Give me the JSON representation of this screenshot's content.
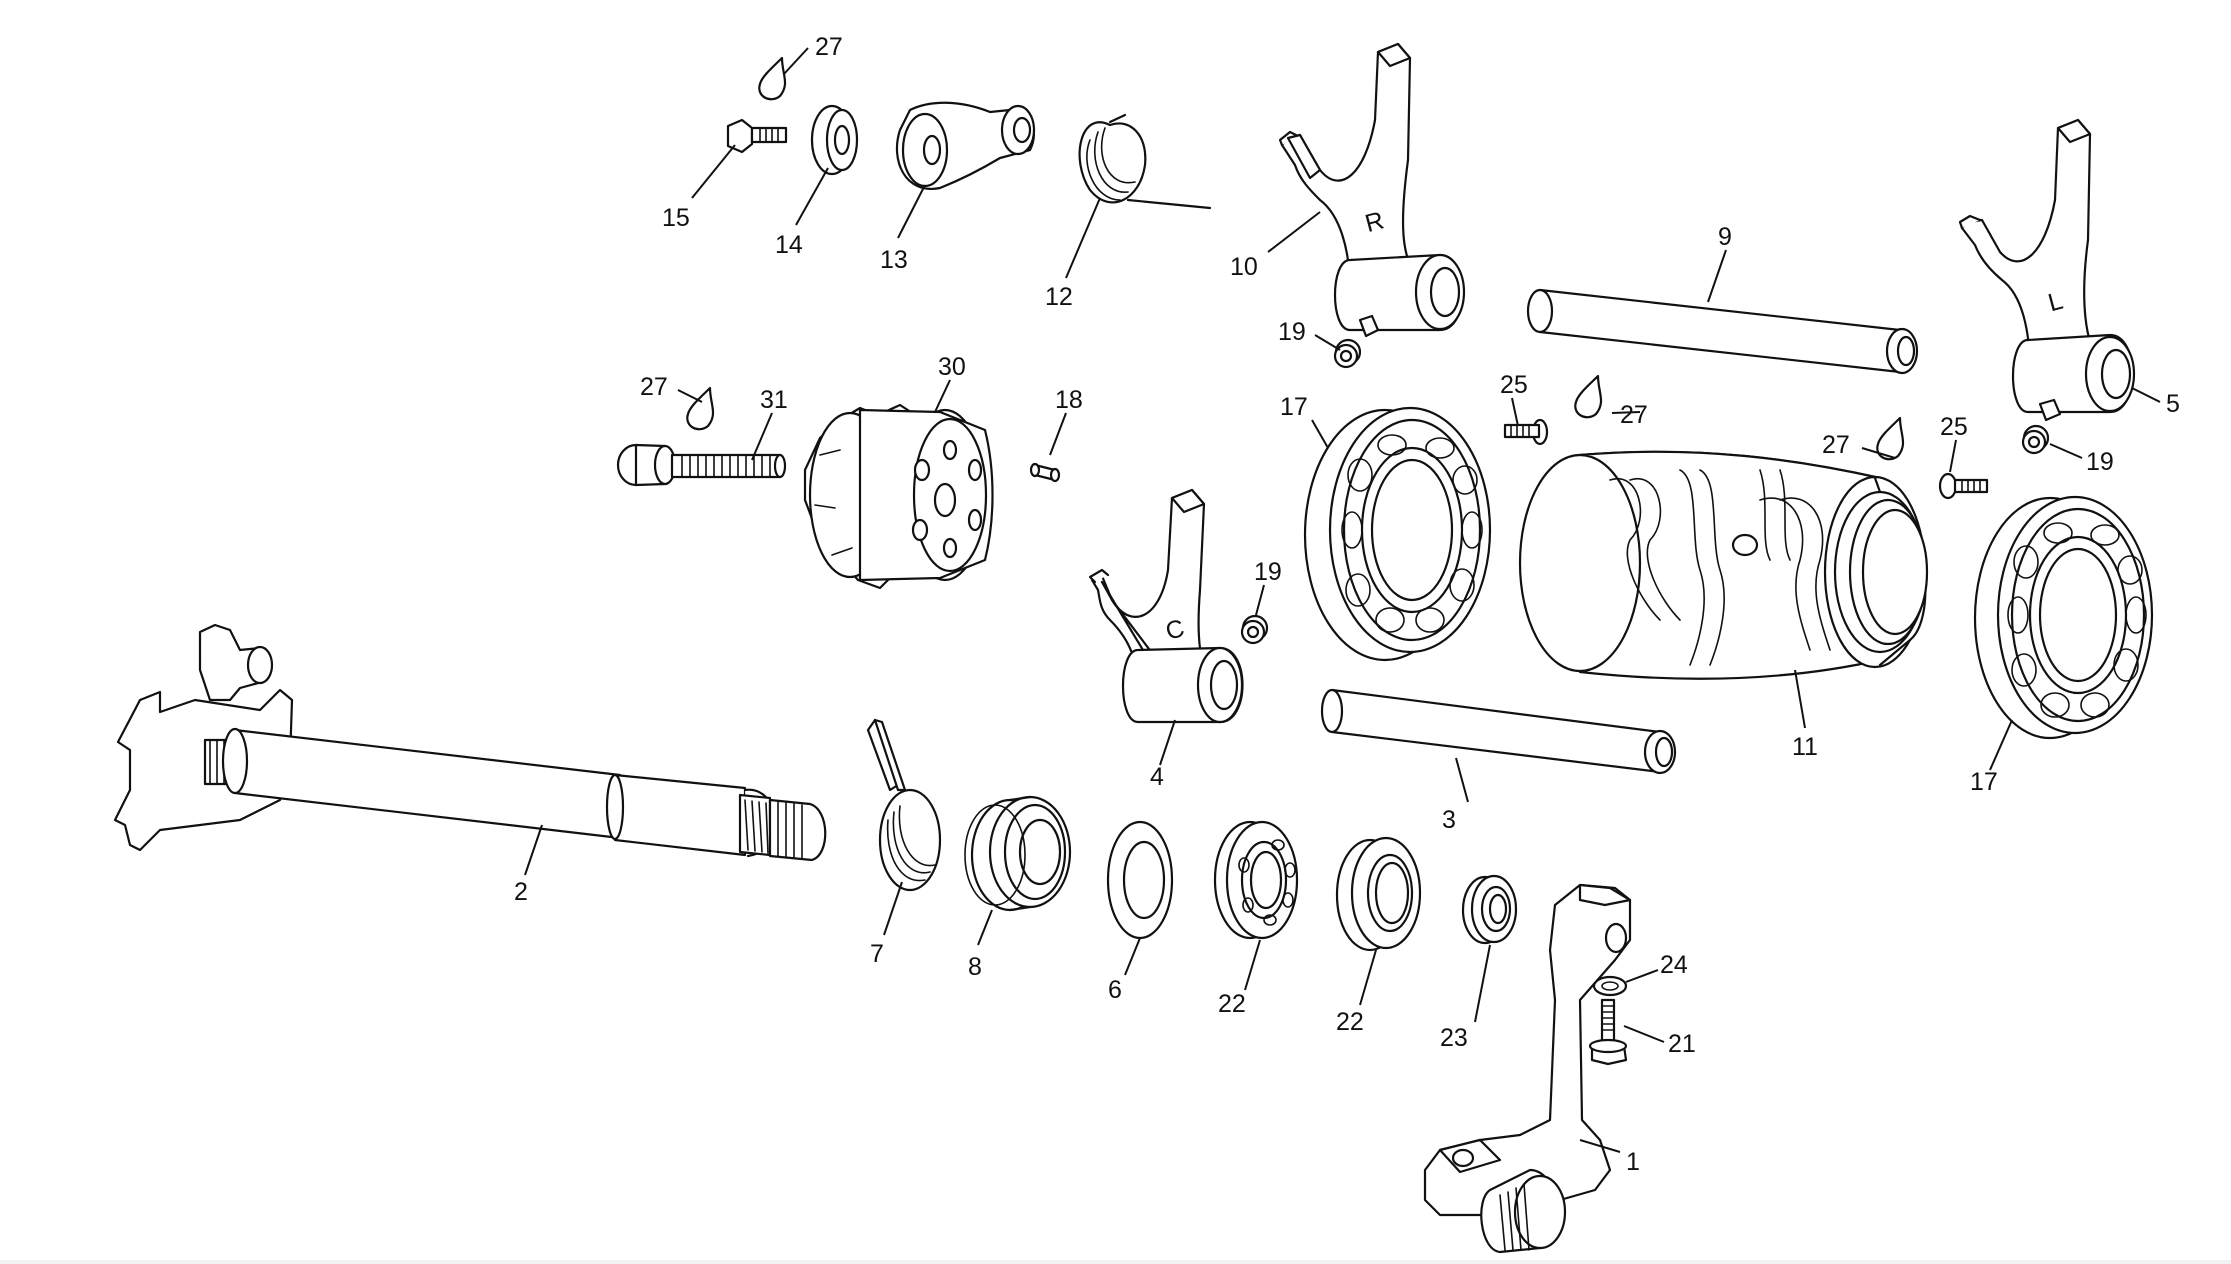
{
  "callouts": [
    {
      "id": "c1",
      "label": "27"
    },
    {
      "id": "c2",
      "label": "15"
    },
    {
      "id": "c3",
      "label": "14"
    },
    {
      "id": "c4",
      "label": "13"
    },
    {
      "id": "c5",
      "label": "12"
    },
    {
      "id": "c6",
      "label": "10"
    },
    {
      "id": "c7",
      "label": "19"
    },
    {
      "id": "c8",
      "label": "9"
    },
    {
      "id": "c9",
      "label": "5"
    },
    {
      "id": "c10",
      "label": "19"
    },
    {
      "id": "c11",
      "label": "25"
    },
    {
      "id": "c12",
      "label": "27"
    },
    {
      "id": "c13",
      "label": "27"
    },
    {
      "id": "c14",
      "label": "25"
    },
    {
      "id": "c15",
      "label": "17"
    },
    {
      "id": "c16",
      "label": "27"
    },
    {
      "id": "c17",
      "label": "31"
    },
    {
      "id": "c18",
      "label": "30"
    },
    {
      "id": "c19",
      "label": "18"
    },
    {
      "id": "c20",
      "label": "19"
    },
    {
      "id": "c21",
      "label": "4"
    },
    {
      "id": "c22",
      "label": "17"
    },
    {
      "id": "c23",
      "label": "11"
    },
    {
      "id": "c24",
      "label": "3"
    },
    {
      "id": "c25",
      "label": "2"
    },
    {
      "id": "c26",
      "label": "7"
    },
    {
      "id": "c27",
      "label": "8"
    },
    {
      "id": "c28",
      "label": "6"
    },
    {
      "id": "c29",
      "label": "22"
    },
    {
      "id": "c30",
      "label": "22"
    },
    {
      "id": "c31",
      "label": "23"
    },
    {
      "id": "c32",
      "label": "24"
    },
    {
      "id": "c33",
      "label": "21"
    },
    {
      "id": "c34",
      "label": "1"
    }
  ],
  "fork_letters": {
    "fork_r": "R",
    "fork_l": "L",
    "fork_c": "C"
  }
}
